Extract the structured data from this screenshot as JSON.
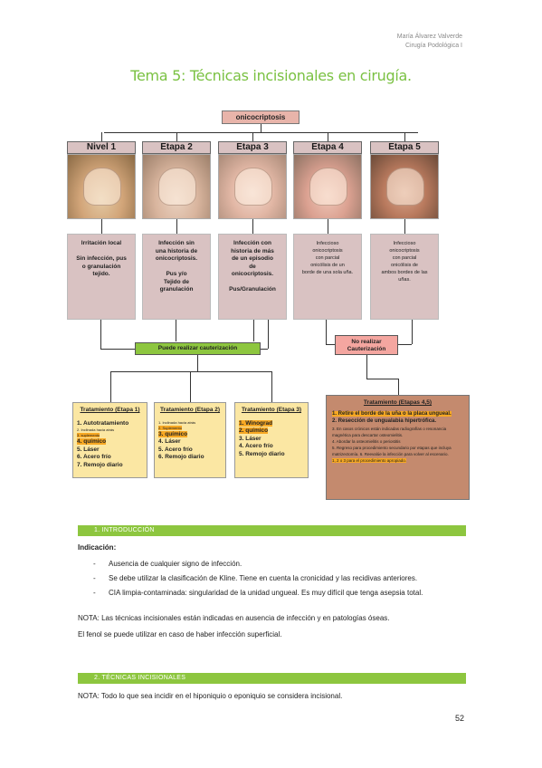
{
  "header": {
    "author": "María Álvarez Valverde",
    "subject": "Cirugía Podológica I"
  },
  "title": "Tema 5: Técnicas incisionales en cirugía.",
  "diagram": {
    "root": "onicocriptosis",
    "stages": [
      {
        "label": "Nivel 1",
        "desc": [
          "Irritación local",
          "",
          "Sin infección, pus",
          "o granulación",
          "tejido."
        ]
      },
      {
        "label": "Etapa 2",
        "desc": [
          "Infección sin",
          "una historia de",
          "onicocriptosis.",
          "",
          "Pus y/o",
          "Tejido de granulación"
        ]
      },
      {
        "label": "Etapa 3",
        "desc": [
          "Infección con",
          "historia de más",
          "de un episodio",
          "de",
          "onicocriptosis.",
          "",
          "Pus/Granulación"
        ]
      },
      {
        "label": "Etapa 4",
        "desc": [
          "Infeccioso",
          "onicocriptosis",
          "con parcial",
          "onicólisis de un",
          "borde de una sola uña."
        ]
      },
      {
        "label": "Etapa 5",
        "desc": [
          "Infeccioso",
          "onicocriptosis",
          "con parcial",
          "onicólisis de",
          "ambos bordes de las uñas."
        ]
      }
    ],
    "green_label": "Puede realizar cauterización",
    "red_label": [
      "No realizar",
      "Cauterización"
    ],
    "treatments": [
      {
        "title": "Tratamiento (Etapa 1)",
        "items": [
          "1. Autotratamiento",
          "2. Inclinada hacia atrás",
          "3. suplemento",
          "4. químico",
          "5. Láser",
          "6. Acero frío",
          "7. Remojo diario"
        ]
      },
      {
        "title": "Tratamiento (Etapa 2)",
        "items": [
          "1. Inclinada hacia atrás",
          "2. Suplemento",
          "3. químico",
          "4. Láser",
          "5. Acero frío",
          "6. Remojo diario"
        ]
      },
      {
        "title": "Tratamiento (Etapa 3)",
        "items": [
          "1. Winograd",
          "2. químico",
          "3. Láser",
          "4. Acero frío",
          "5. Remojo diario"
        ]
      }
    ],
    "treatment45": {
      "title": "Tratamiento (Etapas 4,5)",
      "items": [
        "1. Retire el borde de la uña o la placa ungueal.",
        "2. Resección de ungualabia hipertrófica.",
        "3. En casos crónicos están indicadas radiografías o resonancia magnética para descartar osteomielitis.",
        "4. Abordar la osteomielitis o periostitis",
        "5. Regreso para procedimiento secundario por etapas que incluya matrizectomía. 6. Reevalúe la infección para volver al escenario.",
        "1, 2 o 3 para el procedimiento apropiado."
      ]
    }
  },
  "section1": {
    "heading": "1.    INTRODUCCIÓN",
    "indic_label": "Indicación:",
    "bullets": [
      "Ausencia de cualquier signo de infección.",
      "Se debe utilizar la clasificación de Kline. Tiene en cuenta la cronicidad y las recidivas anteriores.",
      "CIA limpia-contaminada: singularidad de la unidad ungueal. Es muy difícil que tenga asepsia total."
    ],
    "nota": "NOTA: Las técnicas incisionales están indicadas en ausencia de infección y en patologías óseas.",
    "fenol": "El fenol se puede utilizar en caso de haber infección superficial."
  },
  "section2": {
    "heading": "2.    TÉCNICAS INCISIONALES",
    "nota": "NOTA: Todo lo que sea incidir en el hiponiquio o eponiquio se considera incisional."
  },
  "page_number": "52"
}
